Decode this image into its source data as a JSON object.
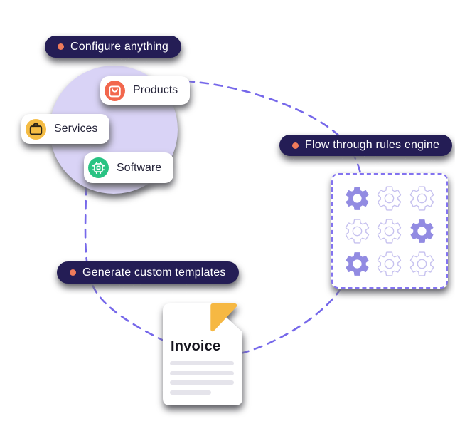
{
  "badges": {
    "configure": "Configure anything",
    "rules": "Flow through rules engine",
    "templates": "Generate custom templates"
  },
  "pills": [
    {
      "label": "Products",
      "icon": "shopping-bag-icon",
      "bg": "#f2674d"
    },
    {
      "label": "Services",
      "icon": "briefcase-icon",
      "bg": "#f5bc44"
    },
    {
      "label": "Software",
      "icon": "chip-icon",
      "bg": "#29c383"
    }
  ],
  "invoice": {
    "title": "Invoice"
  },
  "rules_panel": {
    "gears": [
      "filled",
      "outline",
      "outline",
      "outline",
      "outline",
      "filled",
      "filled",
      "outline",
      "outline"
    ]
  },
  "colors": {
    "badge_bg": "#241d55",
    "badge_text": "#ffffff",
    "badge_dot": "#ee7b5b",
    "dash": "#7668ea",
    "circle": "#d9d3f6",
    "gear_filled": "#928be2",
    "gear_outline": "#c6c1ef",
    "fold": "#f6b843",
    "pill_text": "#26253a"
  }
}
